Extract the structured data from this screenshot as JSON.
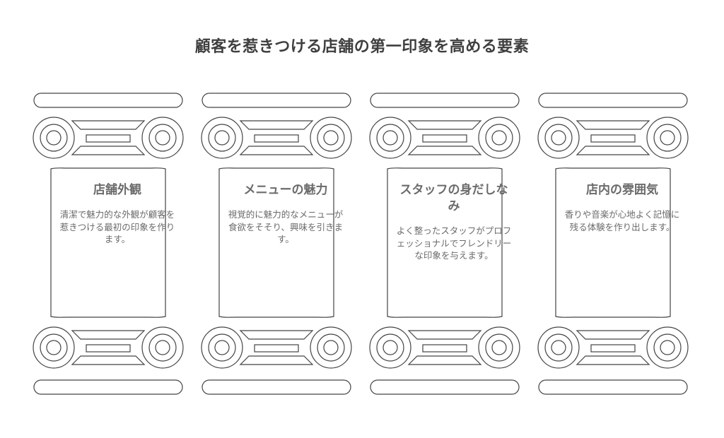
{
  "title": "顧客を惹きつける店舗の第一印象を高める要素",
  "colors": {
    "stroke": "#444444",
    "text": "#6b6b6b",
    "title": "#3f3f3f",
    "background": "#ffffff"
  },
  "pillars": [
    {
      "title": "店舗外観",
      "description": "清潔で魅力的な外観が顧客を惹きつける最初の印象を作ります。"
    },
    {
      "title": "メニューの魅力",
      "description": "視覚的に魅力的なメニューが食欲をそそり、興味を引きます。"
    },
    {
      "title": "スタッフの身だしなみ",
      "description": "よく整ったスタッフがプロフェッショナルでフレンドリーな印象を与えます。"
    },
    {
      "title": "店内の雰囲気",
      "description": "香りや音楽が心地よく記憶に残る体験を作り出します。"
    }
  ]
}
